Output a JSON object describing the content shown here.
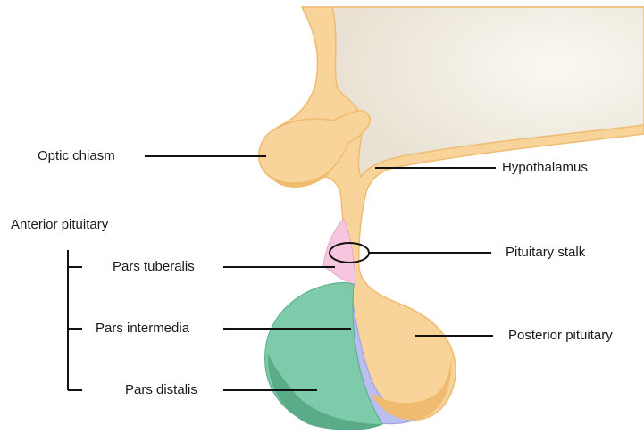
{
  "labels": {
    "optic_chiasm": "Optic chiasm",
    "hypothalamus": "Hypothalamus",
    "anterior_pituitary": "Anterior pituitary",
    "pars_tuberalis": "Pars tuberalis",
    "pituitary_stalk": "Pituitary stalk",
    "pars_intermedia": "Pars intermedia",
    "posterior_pituitary": "Posterior pituitary",
    "pars_distalis": "Pars distalis"
  },
  "colors": {
    "neural_tissue": "#f8d49a",
    "neural_shadow": "#efbb70",
    "third_ventricle": "#f0ebe1",
    "pars_tuberalis": "#f6c6de",
    "pars_intermedia": "#b9bdf0",
    "pars_distalis": "#7ecbac",
    "pars_distalis_shadow": "#5aab88",
    "leader_line": "#111111"
  }
}
